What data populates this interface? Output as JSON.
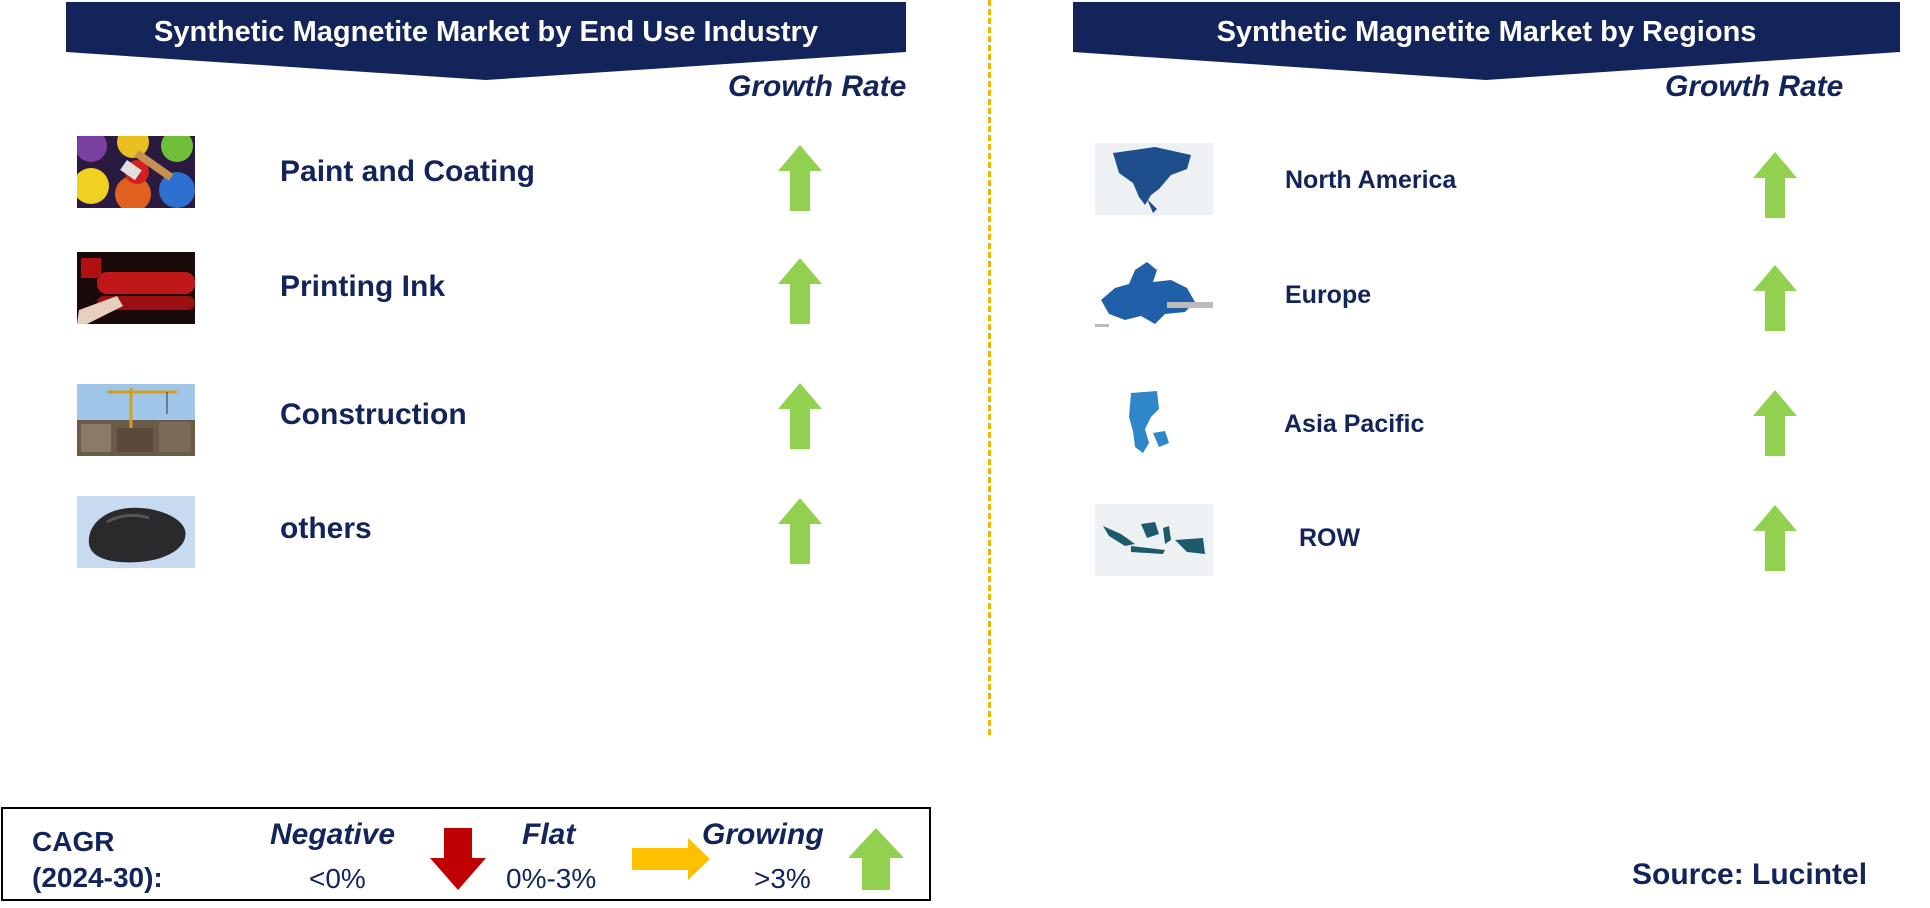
{
  "left_panel": {
    "title": "Synthetic Magnetite Market by End Use Industry",
    "growth_header": "Growth Rate",
    "items": [
      {
        "label": "Paint and Coating",
        "image_icon": "paint-cans-icon",
        "growth": "growing"
      },
      {
        "label": "Printing Ink",
        "image_icon": "printing-ink-icon",
        "growth": "growing"
      },
      {
        "label": "Construction",
        "image_icon": "construction-site-icon",
        "growth": "growing"
      },
      {
        "label": "others",
        "image_icon": "rock-icon",
        "growth": "growing"
      }
    ]
  },
  "right_panel": {
    "title": "Synthetic Magnetite Market by Regions",
    "growth_header": "Growth Rate",
    "items": [
      {
        "label": "North America",
        "image_icon": "north-america-map-icon",
        "growth": "growing"
      },
      {
        "label": "Europe",
        "image_icon": "europe-map-icon",
        "growth": "growing"
      },
      {
        "label": "Asia Pacific",
        "image_icon": "asia-pacific-map-icon",
        "growth": "growing"
      },
      {
        "label": "ROW",
        "image_icon": "row-map-icon",
        "growth": "growing"
      }
    ]
  },
  "legend": {
    "cagr_line1": "CAGR",
    "cagr_line2": "(2024-30):",
    "negative": {
      "name": "Negative",
      "range": "<0%",
      "icon": "down-arrow-red-icon"
    },
    "flat": {
      "name": "Flat",
      "range": "0%-3%",
      "icon": "right-arrow-yellow-icon"
    },
    "growing": {
      "name": "Growing",
      "range": ">3%",
      "icon": "up-arrow-green-icon"
    }
  },
  "source": "Source: Lucintel",
  "colors": {
    "banner": "#13245b",
    "text": "#13245b",
    "growing": "#92d050",
    "flat": "#ffc000",
    "negative": "#c00000",
    "divider": "#f2b600"
  }
}
